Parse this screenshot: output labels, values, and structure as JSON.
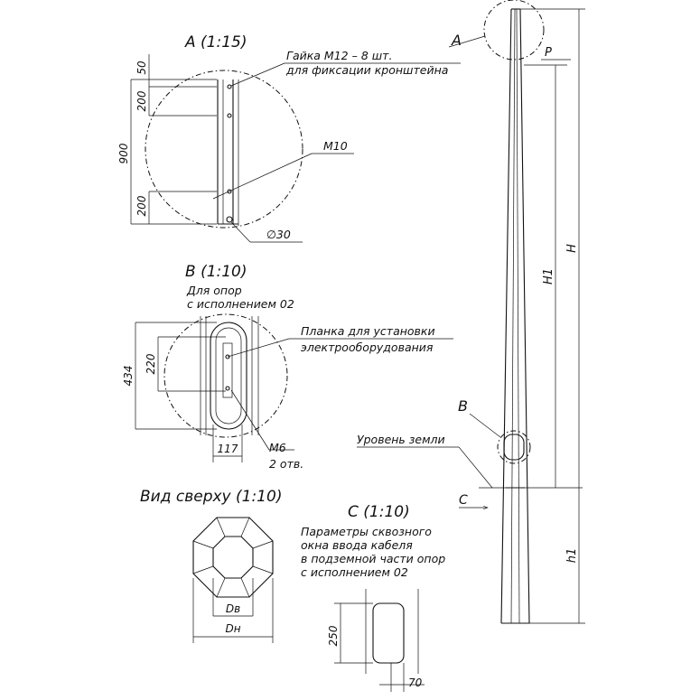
{
  "views": {
    "a": {
      "title": "A (1:15)",
      "letter": "A",
      "nut_note_1": "Гайка М12 – 8 шт.",
      "nut_note_2": "для фиксации кронштейна",
      "bolt": "М10",
      "dia": "∅30",
      "dims": {
        "d50": "50",
        "d200a": "200",
        "d900": "900",
        "d200b": "200"
      }
    },
    "b": {
      "title": "B (1:10)",
      "subtitle_1": "Для опор",
      "subtitle_2": "с исполнением 02",
      "letter": "B",
      "plate_1": "Планка для установки",
      "plate_2": "электрооборудования",
      "dims": {
        "d434": "434",
        "d220": "220",
        "d117": "117"
      },
      "screw_1": "М6",
      "screw_2": "2 отв."
    },
    "top": {
      "title": "Вид сверху (1:10)",
      "db": "Dв",
      "dn": "Dн"
    },
    "c": {
      "title": "C (1:10)",
      "note_1": "Параметры сквозного",
      "note_2": "окна ввода кабеля",
      "note_3": "в подземной части опор",
      "note_4": "с исполнением 02",
      "letter": "C",
      "dims": {
        "d250": "250",
        "d70": "70"
      }
    }
  },
  "pole": {
    "p_label": "P",
    "h_label": "H",
    "h1_label": "H1",
    "h1_under": "h1",
    "ground": "Уровень земли"
  }
}
